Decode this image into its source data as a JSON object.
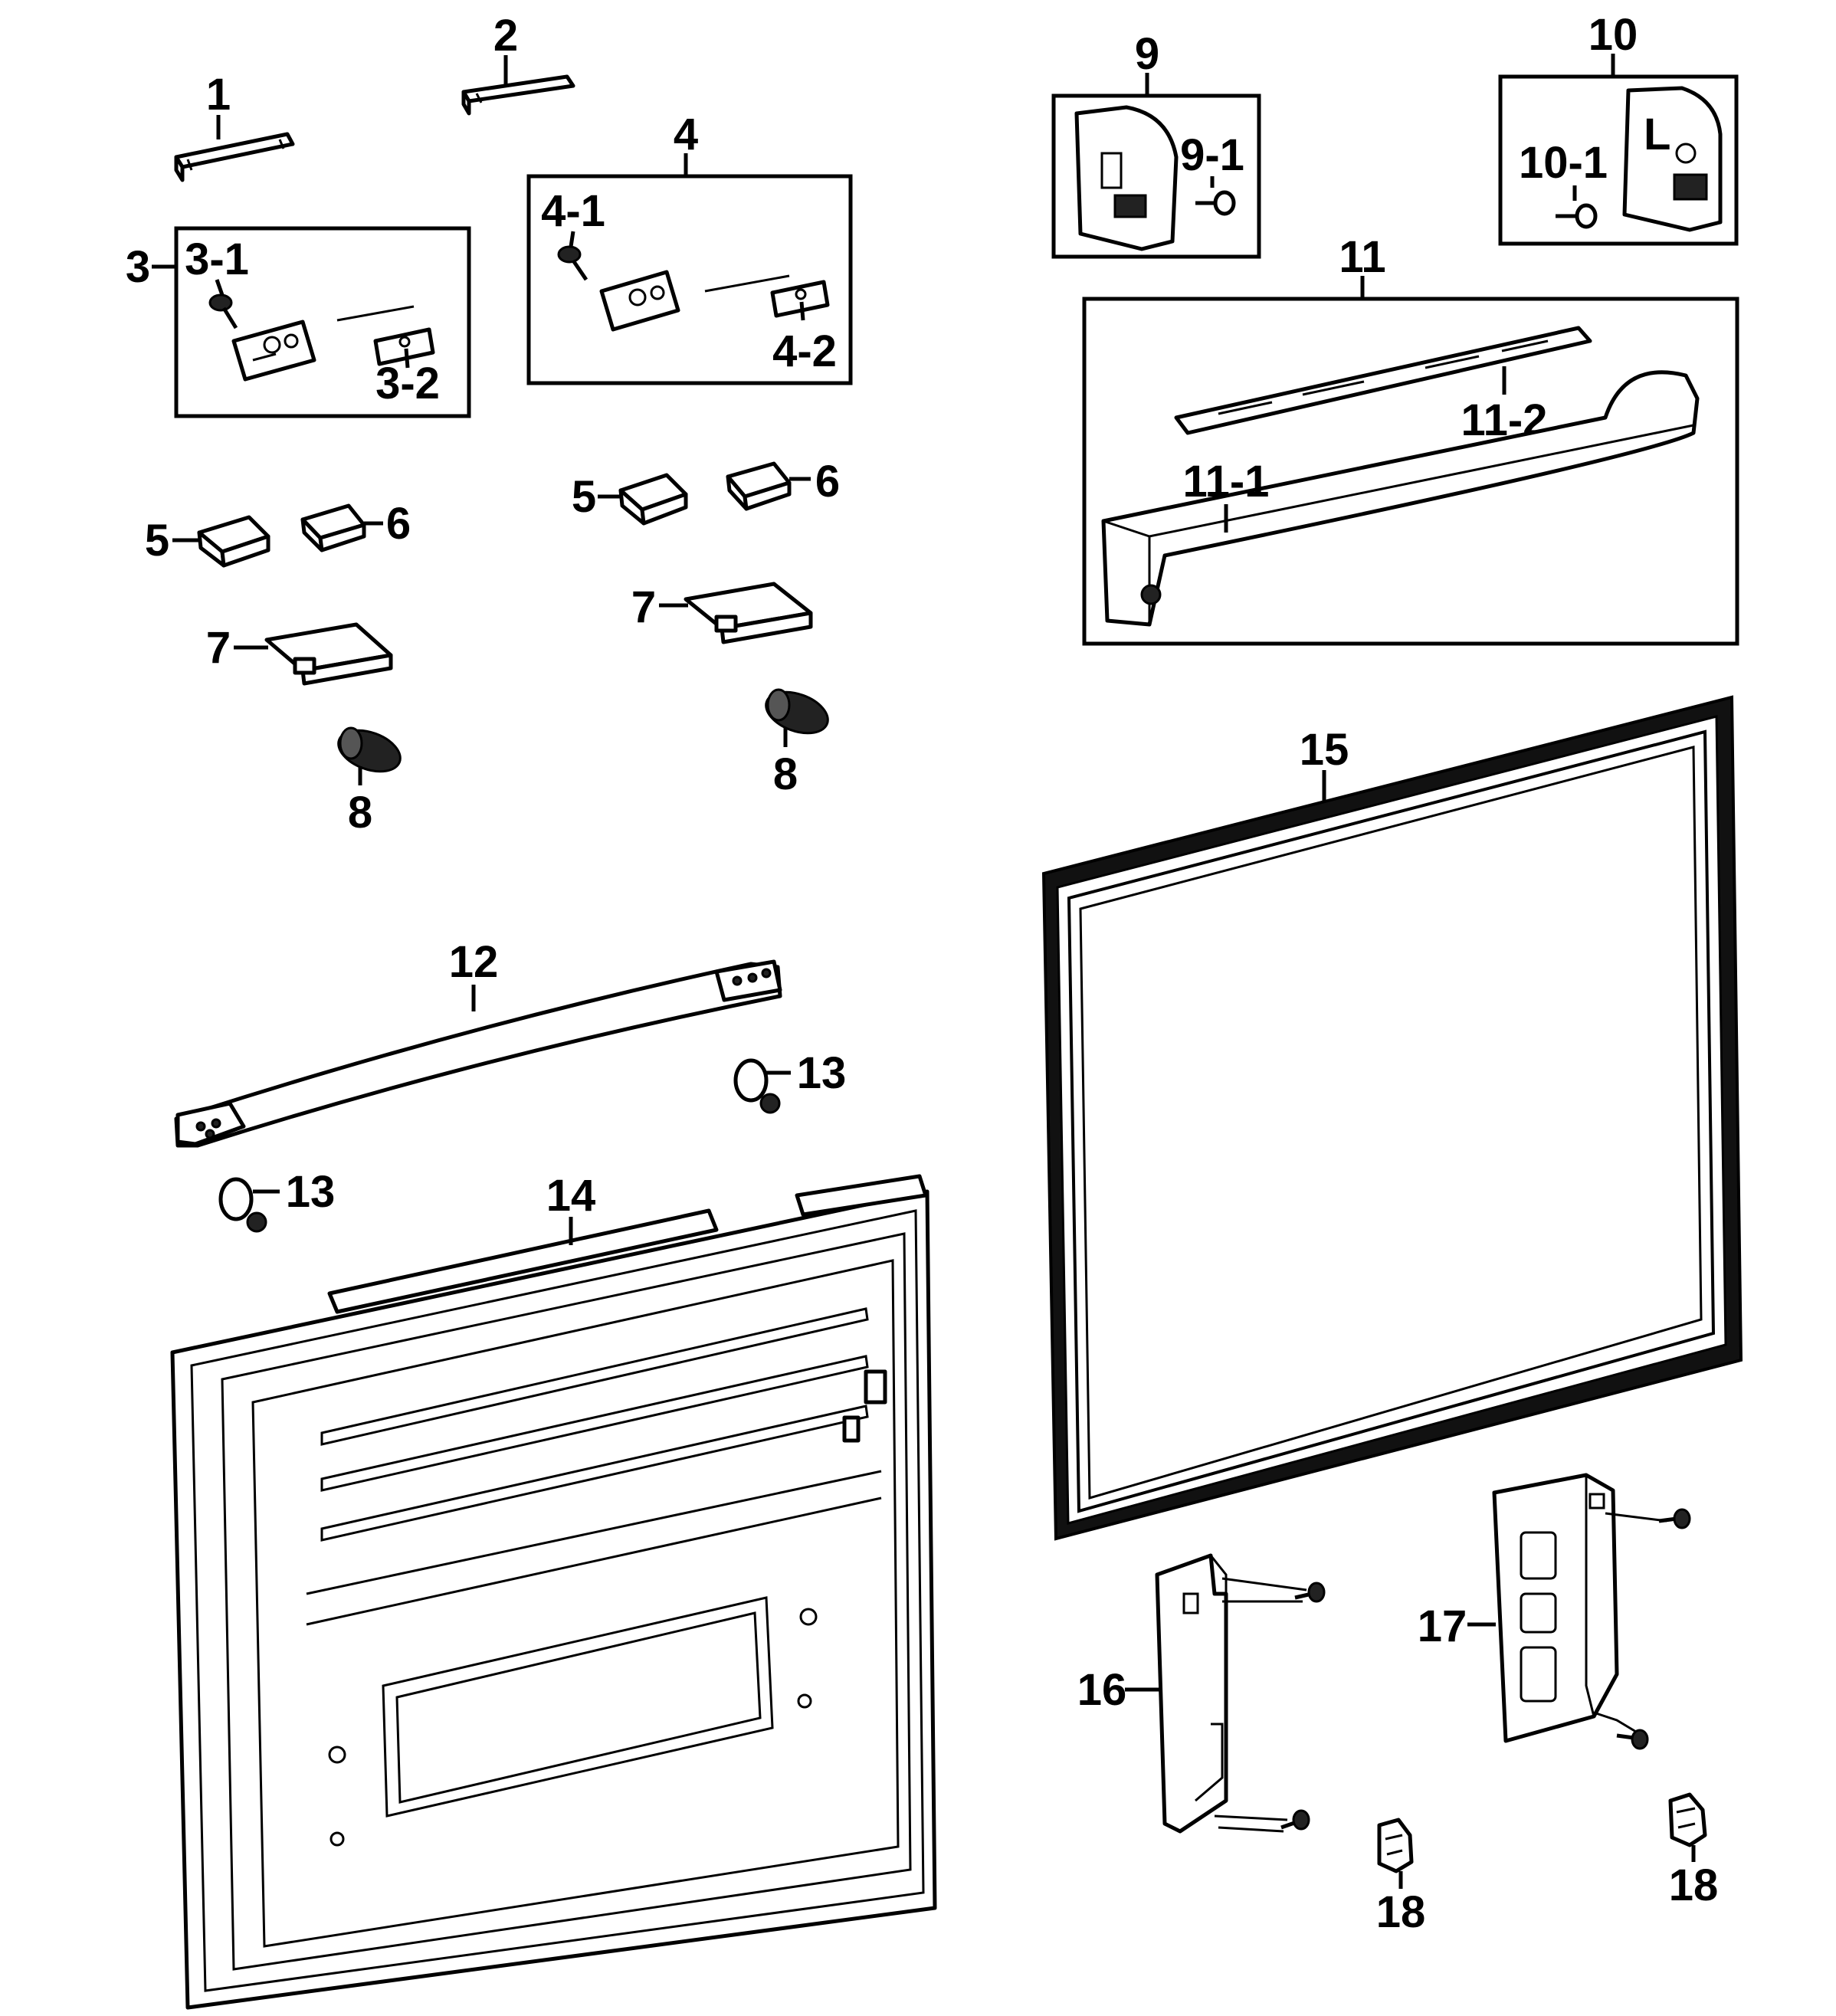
{
  "labels": {
    "p1": "1",
    "p2": "2",
    "p3": "3",
    "p3_1": "3-1",
    "p3_2": "3-2",
    "p4": "4",
    "p4_1": "4-1",
    "p4_2": "4-2",
    "p5a": "5",
    "p6a": "6",
    "p5b": "5",
    "p6b": "6",
    "p7a": "7",
    "p7b": "7",
    "p8a": "8",
    "p8b": "8",
    "p9": "9",
    "p9_1": "9-1",
    "p10": "10",
    "p10_1": "10-1",
    "p11": "11",
    "p11_1": "11-1",
    "p11_2": "11-2",
    "p12": "12",
    "p13a": "13",
    "p13b": "13",
    "p14": "14",
    "p15": "15",
    "p16": "16",
    "p17": "17",
    "p18a": "18",
    "p18b": "18",
    "mark_L": "L"
  }
}
